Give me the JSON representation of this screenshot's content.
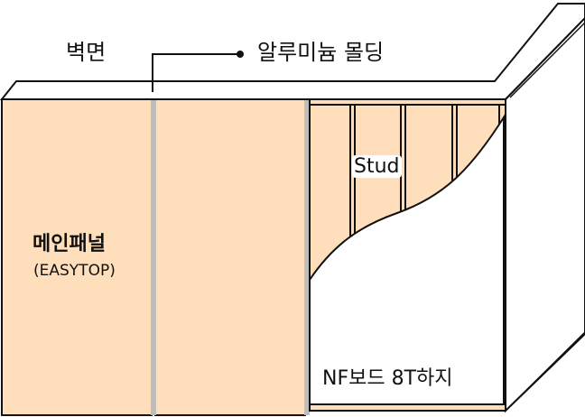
{
  "diagram": {
    "labels": {
      "wall_surface": "벽면",
      "aluminum_molding": "알루미늄 몰딩",
      "main_panel": "메인패널",
      "main_panel_product": "(EASYTOP)",
      "stud": "Stud",
      "nf_board": "NF보드 8T하지"
    },
    "colors": {
      "panel_fill": "#FFDFBB",
      "molding_joint": "#BDBDBD",
      "outline": "#111111",
      "background": "#FFFFFF"
    },
    "studs": {
      "count": 4
    },
    "panels": {
      "count": 2
    }
  }
}
